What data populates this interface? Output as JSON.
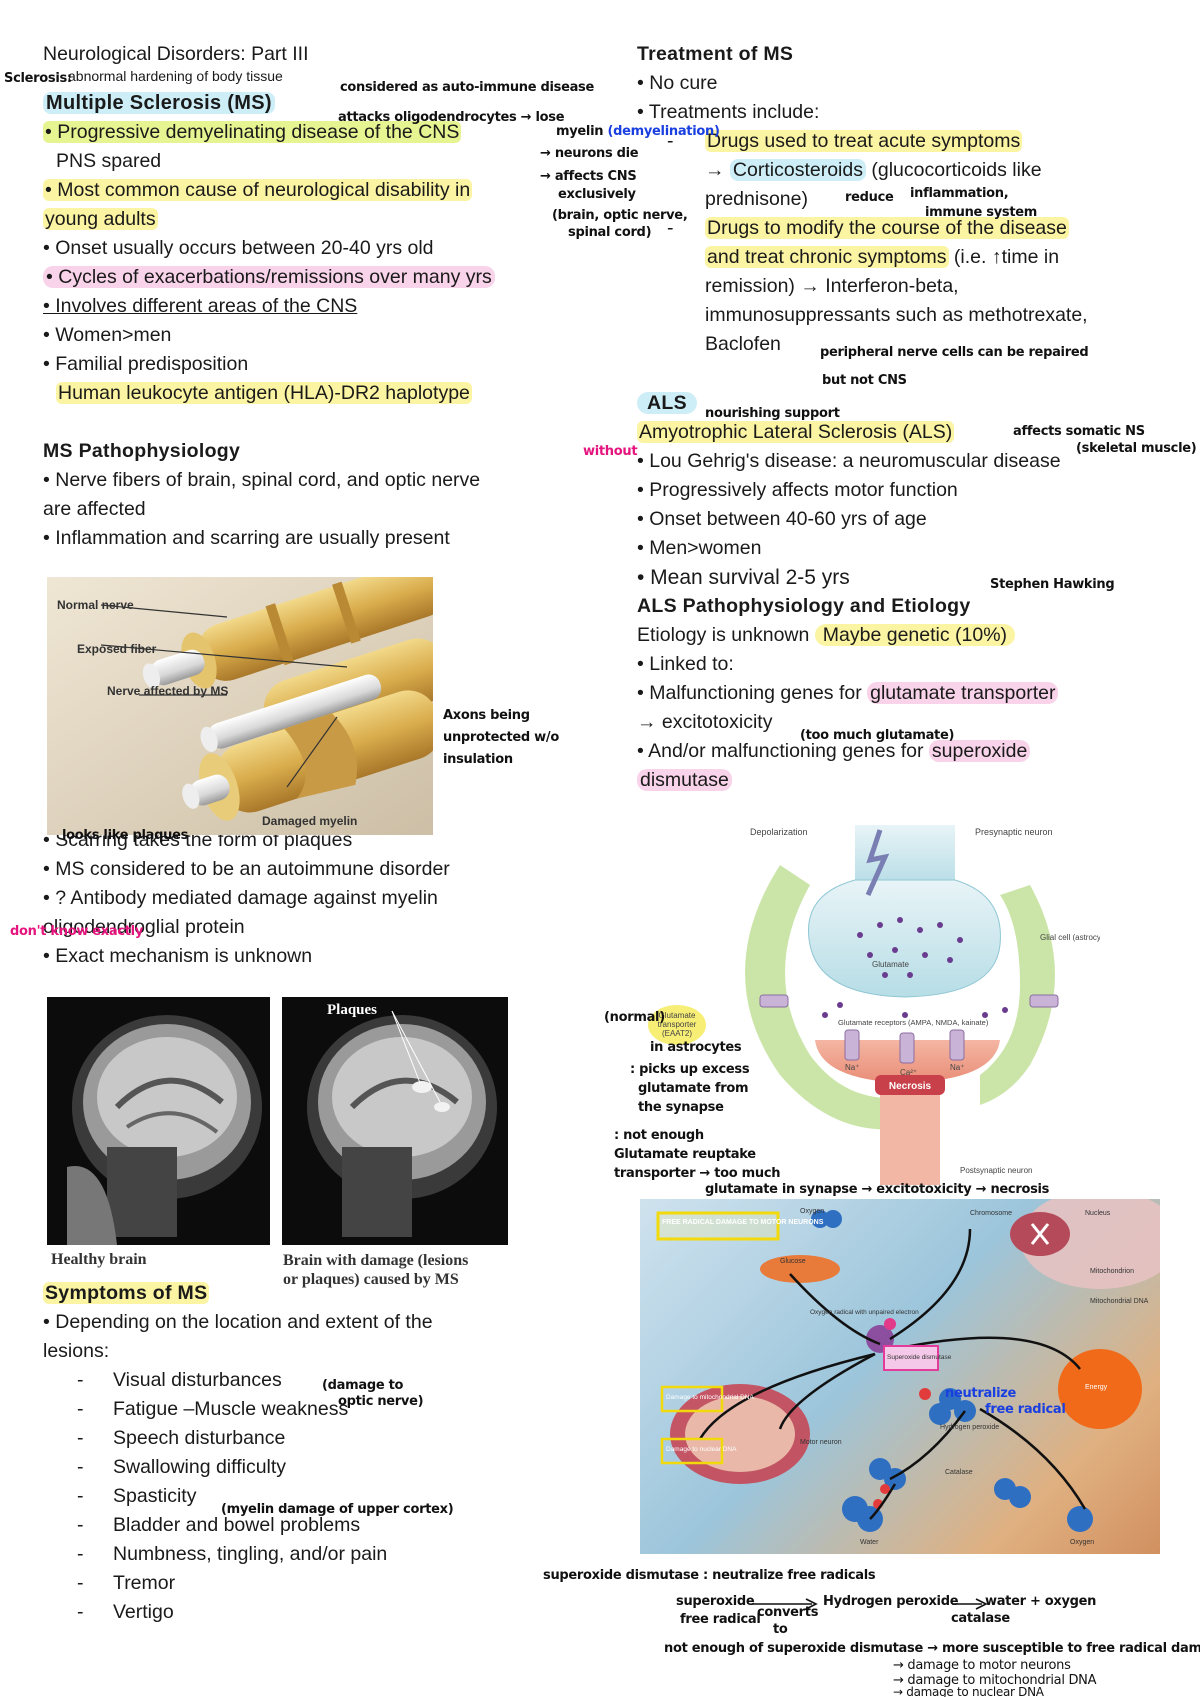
{
  "left": {
    "title": "Neurological Disorders: Part III",
    "sclerosis_def": "abnormal hardening of body tissue",
    "ms_heading": "Multiple Sclerosis (MS)",
    "ms_bullets": [
      "• Progressive demyelinating disease of the CNS",
      "PNS spared",
      "• Most common cause of neurological disability in",
      "young adults",
      "• Onset usually occurs between 20-40 yrs old",
      "• Cycles of exacerbations/remissions over many yrs",
      "• Involves different areas of the CNS",
      "• Women>men",
      "• Familial predisposition",
      "Human leukocyte antigen (HLA)-DR2 haplotype"
    ],
    "patho_heading": "MS Pathophysiology",
    "patho_bullets": [
      "• Nerve fibers of brain, spinal cord, and optic nerve",
      "are affected",
      "• Inflammation and scarring are usually present"
    ],
    "nerve_fig": {
      "labels": [
        "Normal nerve",
        "Exposed fiber",
        "Nerve affected by MS",
        "Damaged myelin"
      ]
    },
    "patho_bullets2": [
      "• Scarring takes the form of plaques",
      "• MS considered to be an autoimmune disorder",
      "• ? Antibody mediated damage against myelin",
      "oligodendroglial protein",
      "• Exact mechanism is unknown"
    ],
    "mri": {
      "plaques_label": "Plaques",
      "caption_left": "Healthy brain",
      "caption_right_1": "Brain with damage (lesions",
      "caption_right_2": "or plaques) caused by MS"
    },
    "symptoms_heading": "Symptoms of MS",
    "symptoms_intro_1": "• Depending on the location and extent of the",
    "symptoms_intro_2": "lesions:",
    "symptoms": [
      "Visual disturbances",
      "Fatigue –Muscle weakness",
      "Speech disturbance",
      "Swallowing difficulty",
      "Spasticity",
      "Bladder and bowel problems",
      "Numbness, tingling, and/or pain",
      "Tremor",
      "Vertigo"
    ]
  },
  "right": {
    "treatment_heading": "Treatment of MS",
    "no_cure": "• No cure",
    "treatments_include": "• Treatments include:",
    "acute_drugs": "Drugs used to treat acute symptoms",
    "corticosteroids_arrow": "→ ",
    "corticosteroids": "Corticosteroids",
    "cortico_rest": " (glucocorticoids like",
    "prednisone": "prednisone)",
    "modify_1": "Drugs to modify the course of the disease",
    "modify_2": "and treat chronic symptoms",
    "modify_2b": " (i.e. ↑time in",
    "modify_3": "remission) → Interferon-beta,",
    "modify_4": "immunosuppressants such as methotrexate,",
    "modify_5": "Baclofen",
    "als_heading": "ALS",
    "als_full": "Amyotrophic Lateral Sclerosis (ALS)",
    "als_bullets": [
      "• Lou Gehrig's disease: a neuromuscular disease",
      "• Progressively affects motor function",
      "• Onset between 40-60 yrs of age",
      "• Men>women",
      "• Mean survival 2-5 yrs"
    ],
    "als_patho_heading": "ALS Pathophysiology and Etiology",
    "etiology": "Etiology is unknown",
    "maybe_genetic": "Maybe genetic (10%)",
    "linked_to": "• Linked to:",
    "glutamate_1": "• Malfunctioning genes for ",
    "glutamate_hl": "glutamate transporter",
    "excito": "→ excitotoxicity",
    "sod_1": "• And/or malfunctioning genes for ",
    "sod_hl": "superoxide",
    "sod_hl2": "dismutase"
  },
  "synapse_fig": {
    "depolarization": "Depolarization",
    "presynaptic": "Presynaptic neuron",
    "glial": "Glial cell (astrocyte)",
    "glutamate": "Glutamate",
    "receptors": "Glutamate receptors (AMPA, NMDA, kainate)",
    "transporter": "Glutamate transporter (EAAT2)",
    "na": "Na⁺",
    "ca": "Ca²⁺",
    "necrosis": "Necrosis",
    "postsynaptic": "Postsynaptic neuron"
  },
  "radical_fig": {
    "box_title": "FREE RADICAL DAMAGE TO MOTOR NEURONS",
    "oxygen": "Oxygen",
    "glucose": "Glucose",
    "chromosome": "Chromosome",
    "nucleus": "Nucleus",
    "mitochondrion": "Mitochondrion",
    "mito_dna": "Mitochondrial DNA",
    "radical": "Oxygen radical with unpaired electron",
    "sod": "Superoxide dismutase",
    "energy": "Energy",
    "h2o2": "Hydrogen peroxide",
    "dmg_mito": "Damage to mitochondrial DNA",
    "dmg_nuc": "Damage to nuclear DNA",
    "motor": "Motor neuron",
    "catalase": "Catalase",
    "water": "Water",
    "oxygen2": "Oxygen"
  },
  "notes": {
    "sclerosis": "Sclerosis:",
    "autoimmune": "considered as auto-immune disease",
    "attacks": "attacks oligodendrocytes → lose",
    "myelin": "myelin",
    "demyelination": "(demyelination)",
    "neurons_die": "→ neurons die",
    "affects_cns": "→ affects CNS",
    "exclusively": "exclusively",
    "brain_optic": "(brain, optic nerve,",
    "spinal": "spinal cord)",
    "reduce": "reduce",
    "inflammation": "inflammation,",
    "immune": "immune system",
    "peripheral": "peripheral nerve cells can be repaired",
    "but_not": "but not CNS",
    "nourishing": "nourishing support",
    "without": "without",
    "somatic": "affects somatic NS",
    "skeletal": "(skeletal muscle)",
    "hawking": "Stephen Hawking",
    "too_much": "(too much glutamate)",
    "axons": "Axons being",
    "unprotected": "unprotected w/o",
    "insulation": "insulation",
    "looks_like": "looks like plaques",
    "dont_know": "don't know exactly",
    "damage_optic_1": "(damage to",
    "damage_optic_2": "optic nerve)",
    "myelin_damage": "(myelin damage of upper cortex)",
    "normal": "(normal)",
    "in_astrocytes": "in astrocytes",
    "picks_1": ": picks up excess",
    "picks_2": "glutamate from",
    "picks_3": "the synapse",
    "not_enough_1": ": not enough",
    "not_enough_2": "Glutamate reuptake",
    "not_enough_3": "transporter → too much",
    "not_enough_4": "glutamate in synapse → excitotoxicity → necrosis",
    "neutralize": "neutralize",
    "free_radical": "free radical",
    "sod_neutral": "superoxide dismutase : neutralize free radicals",
    "superoxide_fr_1": "superoxide",
    "superoxide_fr_2": "free radical",
    "converts": "converts",
    "to": "to",
    "h2o2": "Hydrogen peroxide",
    "water_oxygen": "water + oxygen",
    "catalase": "catalase",
    "not_enough_sod": "not enough of superoxide dismutase → more susceptible to free radical damage",
    "dmg_motor": "→ damage to motor neurons",
    "dmg_mito": "→ damage to mitochondrial DNA",
    "dmg_nuc": "→ damage to nuclear DNA"
  },
  "colors": {
    "highlight_yellow": "#fbf4a2",
    "highlight_green": "#e6f591",
    "highlight_blue": "#cdeef7",
    "highlight_pink": "#f8d3e9",
    "note_pink": "#e5147e",
    "note_blue": "#1a3fe0"
  }
}
